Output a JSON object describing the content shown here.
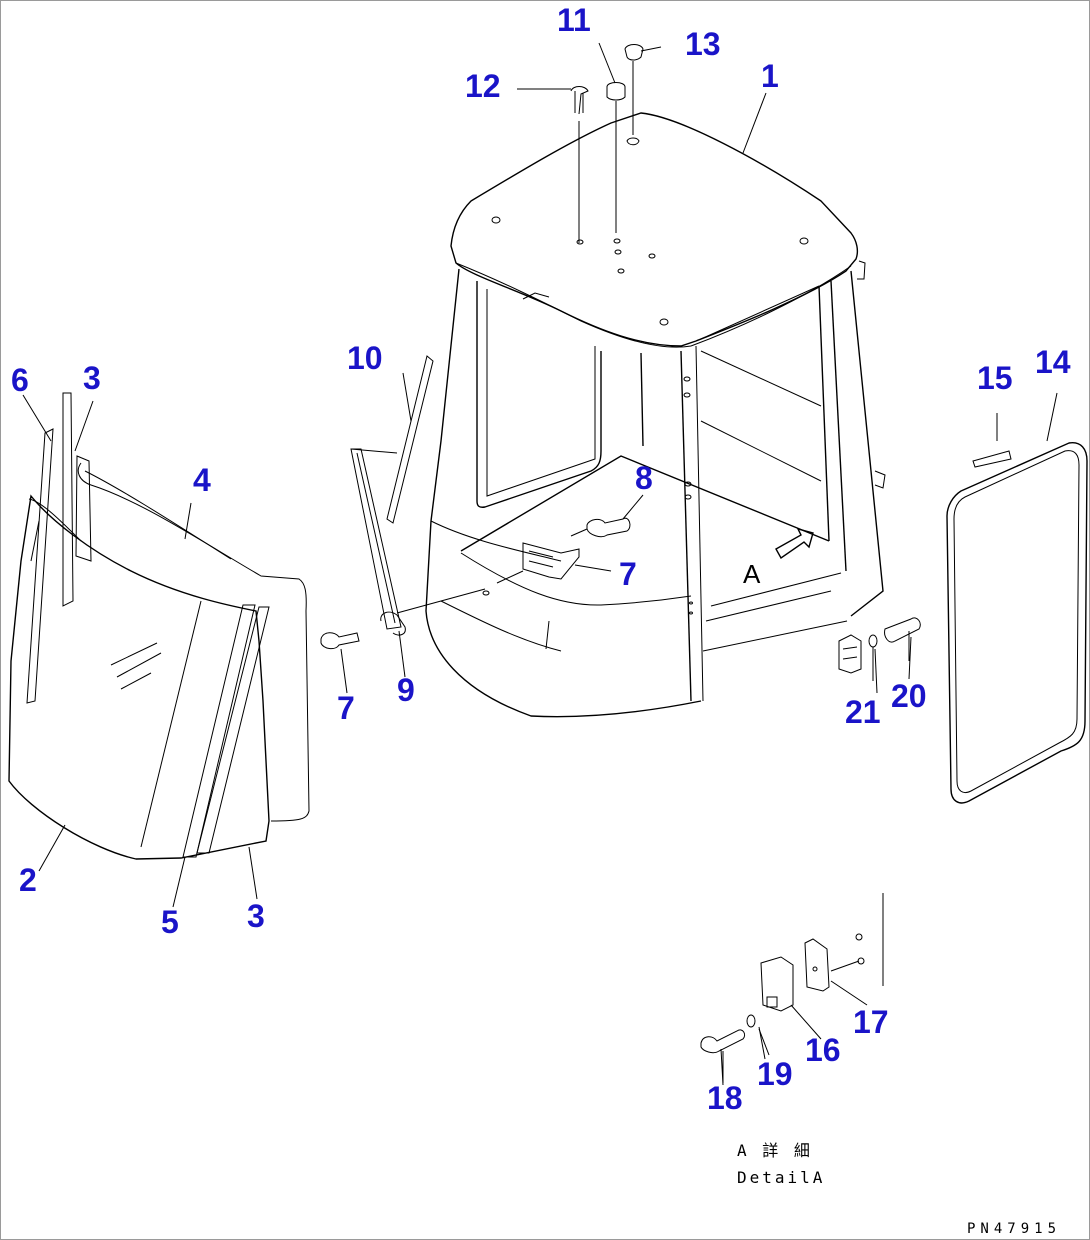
{
  "diagram": {
    "callouts": {
      "c1": "1",
      "c2": "2",
      "c3a": "3",
      "c3b": "3",
      "c4": "4",
      "c5": "5",
      "c6": "6",
      "c7a": "7",
      "c7b": "7",
      "c8": "8",
      "c9": "9",
      "c10": "10",
      "c11": "11",
      "c12": "12",
      "c13": "13",
      "c14": "14",
      "c15": "15",
      "c16": "16",
      "c17": "17",
      "c18": "18",
      "c19": "19",
      "c20": "20",
      "c21": "21"
    },
    "view_arrow_label": "A",
    "detail_caption_jp": "A 詳 細",
    "detail_caption_en": "DetailA",
    "drawing_code": "PN47915"
  },
  "colors": {
    "callout_text": "#1a14c8",
    "line_art": "#000000",
    "background": "#ffffff"
  }
}
